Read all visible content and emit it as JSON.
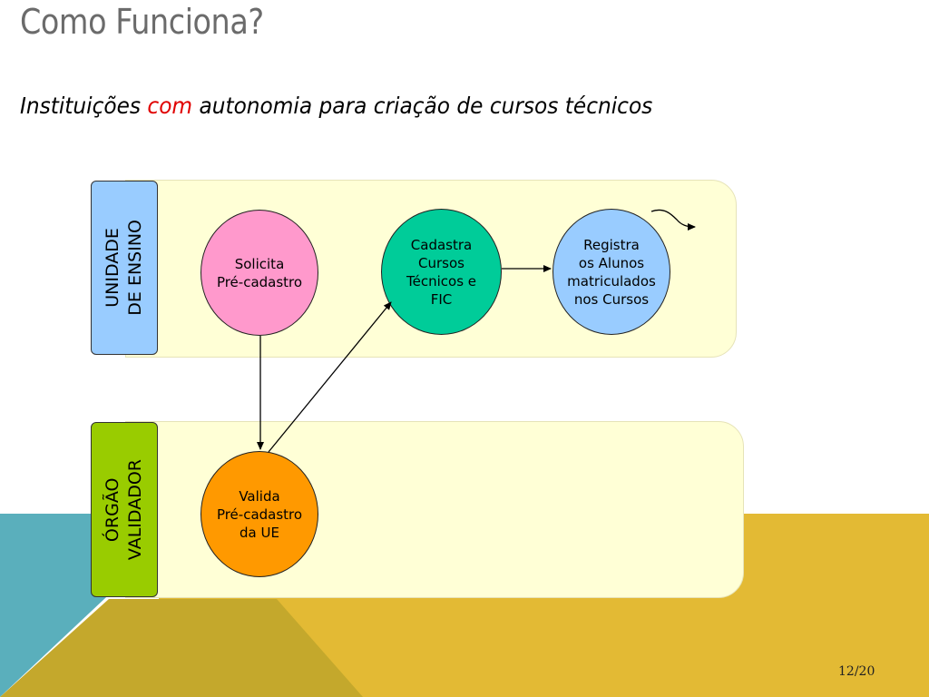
{
  "slide": {
    "title": "Como Funciona?",
    "subtitle_before": "Instituições ",
    "subtitle_accent": "com",
    "subtitle_after": " autonomia para criação de cursos técnicos",
    "page_number": "12/20"
  },
  "lanes": {
    "top": {
      "label": "UNIDADE\nDE ENSINO",
      "label_color": "#99ccff"
    },
    "bottom": {
      "label": "ÓRGÃO\nVALIDADOR",
      "label_color": "#99cc00"
    }
  },
  "nodes": {
    "solicita": {
      "label": "Solicita\nPré-cadastro",
      "color": "#ff99cc"
    },
    "cadastra": {
      "label": "Cadastra\nCursos\nTécnicos e\nFIC",
      "color": "#00cc99"
    },
    "registra": {
      "label": "Registra\nos Alunos\nmatriculados\nnos Cursos",
      "color": "#99ccff"
    },
    "valida": {
      "label": "Valida\nPré-cadastro\nda UE",
      "color": "#ff9900"
    }
  },
  "theme": {
    "lane_fill": "#ffffd6",
    "bg_teal": "#5aafbc",
    "bg_gold": "#e3ba34",
    "bg_olive": "#c4a82c"
  }
}
